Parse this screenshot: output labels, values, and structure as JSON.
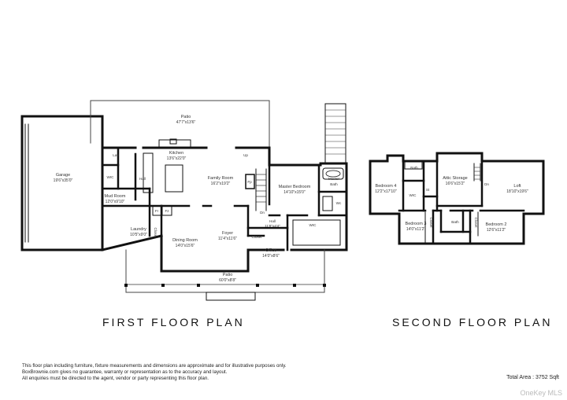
{
  "first_floor": {
    "title": "FIRST FLOOR PLAN",
    "rooms": {
      "patio_top": {
        "name": "Patio",
        "dims": "47'7\"x13'6\""
      },
      "garage": {
        "name": "Garage",
        "dims": "19'6\"x35'0\""
      },
      "lav": {
        "name": "Lav"
      },
      "wic_mud": {
        "name": "WIC"
      },
      "mud_room": {
        "name": "Mud Room",
        "dims": "12'0\"x9'10\""
      },
      "kitchen": {
        "name": "Kitchen",
        "dims": "13'6\"x22'0\""
      },
      "hall_kitchen": {
        "name": "Hall"
      },
      "family_room": {
        "name": "Family Room",
        "dims": "16'2\"x19'2\""
      },
      "up": {
        "name": "Up"
      },
      "fp": {
        "name": "Fp"
      },
      "master_bedroom": {
        "name": "Master Bedroom",
        "dims": "14'10\"x15'0\""
      },
      "master_bath": {
        "name": "Master",
        "name2": "Bath"
      },
      "wc": {
        "name": "Wc"
      },
      "wic_master": {
        "name": "WIC"
      },
      "fr": {
        "name": "Fr"
      },
      "fz": {
        "name": "Fz"
      },
      "laundry": {
        "name": "Laundry",
        "dims": "10'5\"x9'0\""
      },
      "closet_laundry": {
        "name": "Closet"
      },
      "dining_room": {
        "name": "Dining Room",
        "dims": "14'0\"x15'6\""
      },
      "foyer": {
        "name": "Foyer",
        "dims": "11'4\"x11'6\""
      },
      "dn": {
        "name": "Dn"
      },
      "hall_office": {
        "name": "Hall",
        "dims": "11'8\"x4'4\""
      },
      "closet_office": {
        "name": "Closet"
      },
      "office": {
        "name": "Office",
        "dims": "14'0\"x8'6\""
      },
      "patio_bottom": {
        "name": "Patio",
        "dims": "60'0\"x8'8\""
      }
    }
  },
  "second_floor": {
    "title": "SECOND FLOOR PLAN",
    "rooms": {
      "bath_top": {
        "name": "Bath"
      },
      "bedroom4": {
        "name": "Bedroom 4",
        "dims": "12'2\"x17'10\""
      },
      "st": {
        "name": "St"
      },
      "wic": {
        "name": "WIC"
      },
      "attic_storage": {
        "name": "Attic Storage",
        "dims": "16'6\"x15'2\""
      },
      "dn": {
        "name": "Dn"
      },
      "loft": {
        "name": "Loft",
        "dims": "18'10\"x19'6\""
      },
      "bedroom3": {
        "name": "Bedroom 3",
        "dims": "14'0\"x11'2\""
      },
      "closet_b3": {
        "name": "Closet"
      },
      "bath_mid": {
        "name": "Bath"
      },
      "closet_b2": {
        "name": "Closet"
      },
      "bedroom2": {
        "name": "Bedroom 2",
        "dims": "12'6\"x11'2\""
      }
    }
  },
  "disclaimer": [
    "This floor plan including furniture, fixture measurements and dimensions are approximate and for illustrative purposes only.",
    "BoxBrownie.com gives no guarantee, warranty or representation as to the accuracy and layout.",
    "All enquiries must be directed to the agent, vendor or party representing this floor plan."
  ],
  "total_area": "Total Area : 3752 Sqft",
  "watermark": "OneKey MLS"
}
